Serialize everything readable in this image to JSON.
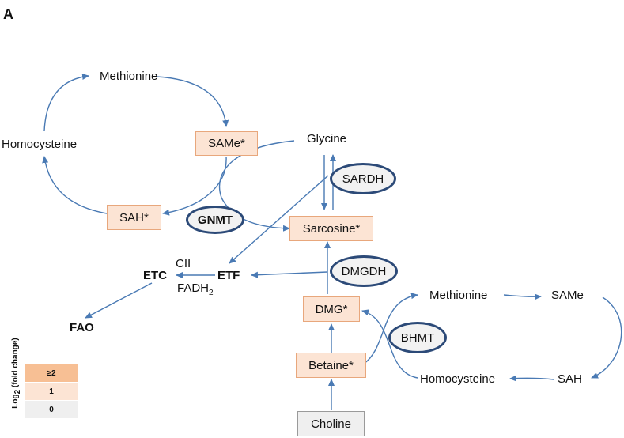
{
  "panel_label": "A",
  "nodes": {
    "methionine_top": "Methionine",
    "homocysteine_left": "Homocysteine",
    "same_box": "SAMe*",
    "sah_box": "SAH*",
    "glycine": "Glycine",
    "sarcosine_box": "Sarcosine*",
    "etc": "ETC",
    "etf": "ETF",
    "cii": "CII",
    "fadh2_main": "FADH",
    "fadh2_sub": "2",
    "fao": "FAO",
    "dmg_box": "DMG*",
    "betaine_box": "Betaine*",
    "choline_box": "Choline",
    "methionine_right": "Methionine",
    "same_right": "SAMe",
    "homocysteine_right": "Homocysteine",
    "sah_right": "SAH"
  },
  "enzymes": {
    "gnmt": "GNMT",
    "sardh": "SARDH",
    "dmgdh": "DMGDH",
    "bhmt": "BHMT"
  },
  "legend": {
    "title_main": "Log",
    "title_sub": "2",
    "title_rest": " (fold change)",
    "items": [
      {
        "label": "≥2",
        "color": "#f7bf94"
      },
      {
        "label": "1",
        "color": "#fce4d4"
      },
      {
        "label": "0",
        "color": "#efefef"
      }
    ]
  },
  "colors": {
    "arrow": "#4a7ab4",
    "box_fill": "#fce4d4",
    "enzyme_border": "#2c4a78"
  }
}
